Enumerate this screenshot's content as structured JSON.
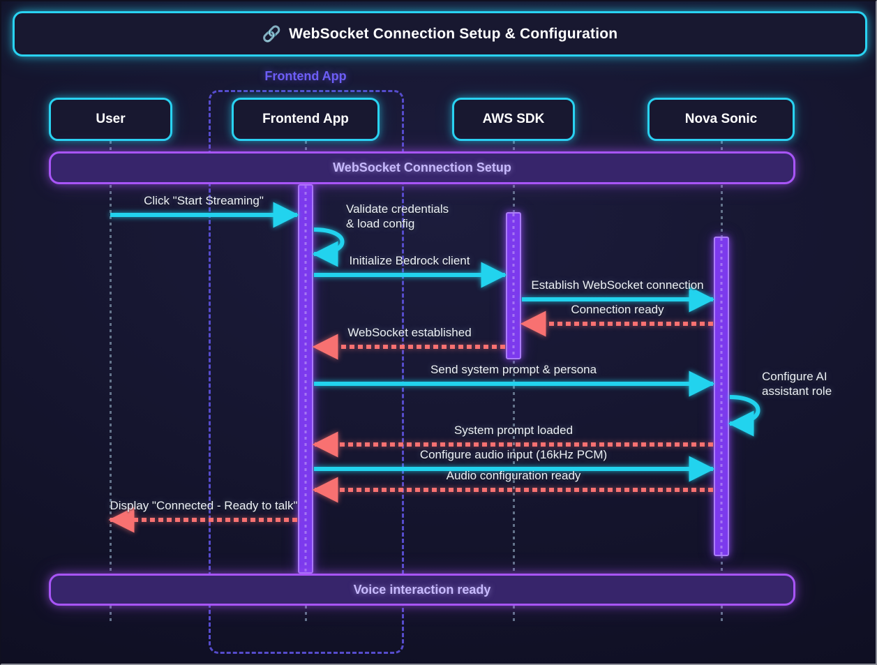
{
  "title": {
    "icon": "🔗",
    "text": "WebSocket Connection Setup & Configuration"
  },
  "frame": {
    "label": "Frontend App"
  },
  "participants": [
    {
      "label": "User"
    },
    {
      "label": "Frontend App"
    },
    {
      "label": "AWS SDK"
    },
    {
      "label": "Nova Sonic"
    }
  ],
  "sections": [
    {
      "label": "WebSocket Connection Setup"
    },
    {
      "label": "Voice interaction ready"
    }
  ],
  "messages": [
    {
      "text": "Click \"Start Streaming\"",
      "from": "User",
      "to": "Frontend App",
      "kind": "sync"
    },
    {
      "text": "Validate credentials\n& load config",
      "on": "Frontend App",
      "kind": "self"
    },
    {
      "text": "Initialize Bedrock client",
      "from": "Frontend App",
      "to": "AWS SDK",
      "kind": "sync"
    },
    {
      "text": "Establish WebSocket connection",
      "from": "AWS SDK",
      "to": "Nova Sonic",
      "kind": "sync"
    },
    {
      "text": "Connection ready",
      "from": "Nova Sonic",
      "to": "AWS SDK",
      "kind": "return"
    },
    {
      "text": "WebSocket established",
      "from": "AWS SDK",
      "to": "Frontend App",
      "kind": "return"
    },
    {
      "text": "Send system prompt & persona",
      "from": "Frontend App",
      "to": "Nova Sonic",
      "kind": "sync"
    },
    {
      "text": "Configure AI\nassistant role",
      "on": "Nova Sonic",
      "kind": "self"
    },
    {
      "text": "System prompt loaded",
      "from": "Nova Sonic",
      "to": "Frontend App",
      "kind": "return"
    },
    {
      "text": "Configure audio input (16kHz PCM)",
      "from": "Frontend App",
      "to": "Nova Sonic",
      "kind": "sync"
    },
    {
      "text": "Audio configuration ready",
      "from": "Nova Sonic",
      "to": "Frontend App",
      "kind": "return"
    },
    {
      "text": "Display \"Connected - Ready to talk\"",
      "from": "Frontend App",
      "to": "User",
      "kind": "return"
    }
  ],
  "colors": {
    "sync_arrow": "#22d3ee",
    "return_arrow": "#f87171",
    "participant_border": "#29d3f2",
    "section_border": "#a855f7",
    "section_fill": "#37256b",
    "section_text": "#c7b9fd",
    "activation_fill": "#7c3aed",
    "activation_border": "#ab7df8",
    "frame_border": "#564ccc",
    "frame_label": "#6d5ef6",
    "lifeline": "#64748b",
    "label_text": "#edf1f8",
    "box_fill": "#181830"
  }
}
